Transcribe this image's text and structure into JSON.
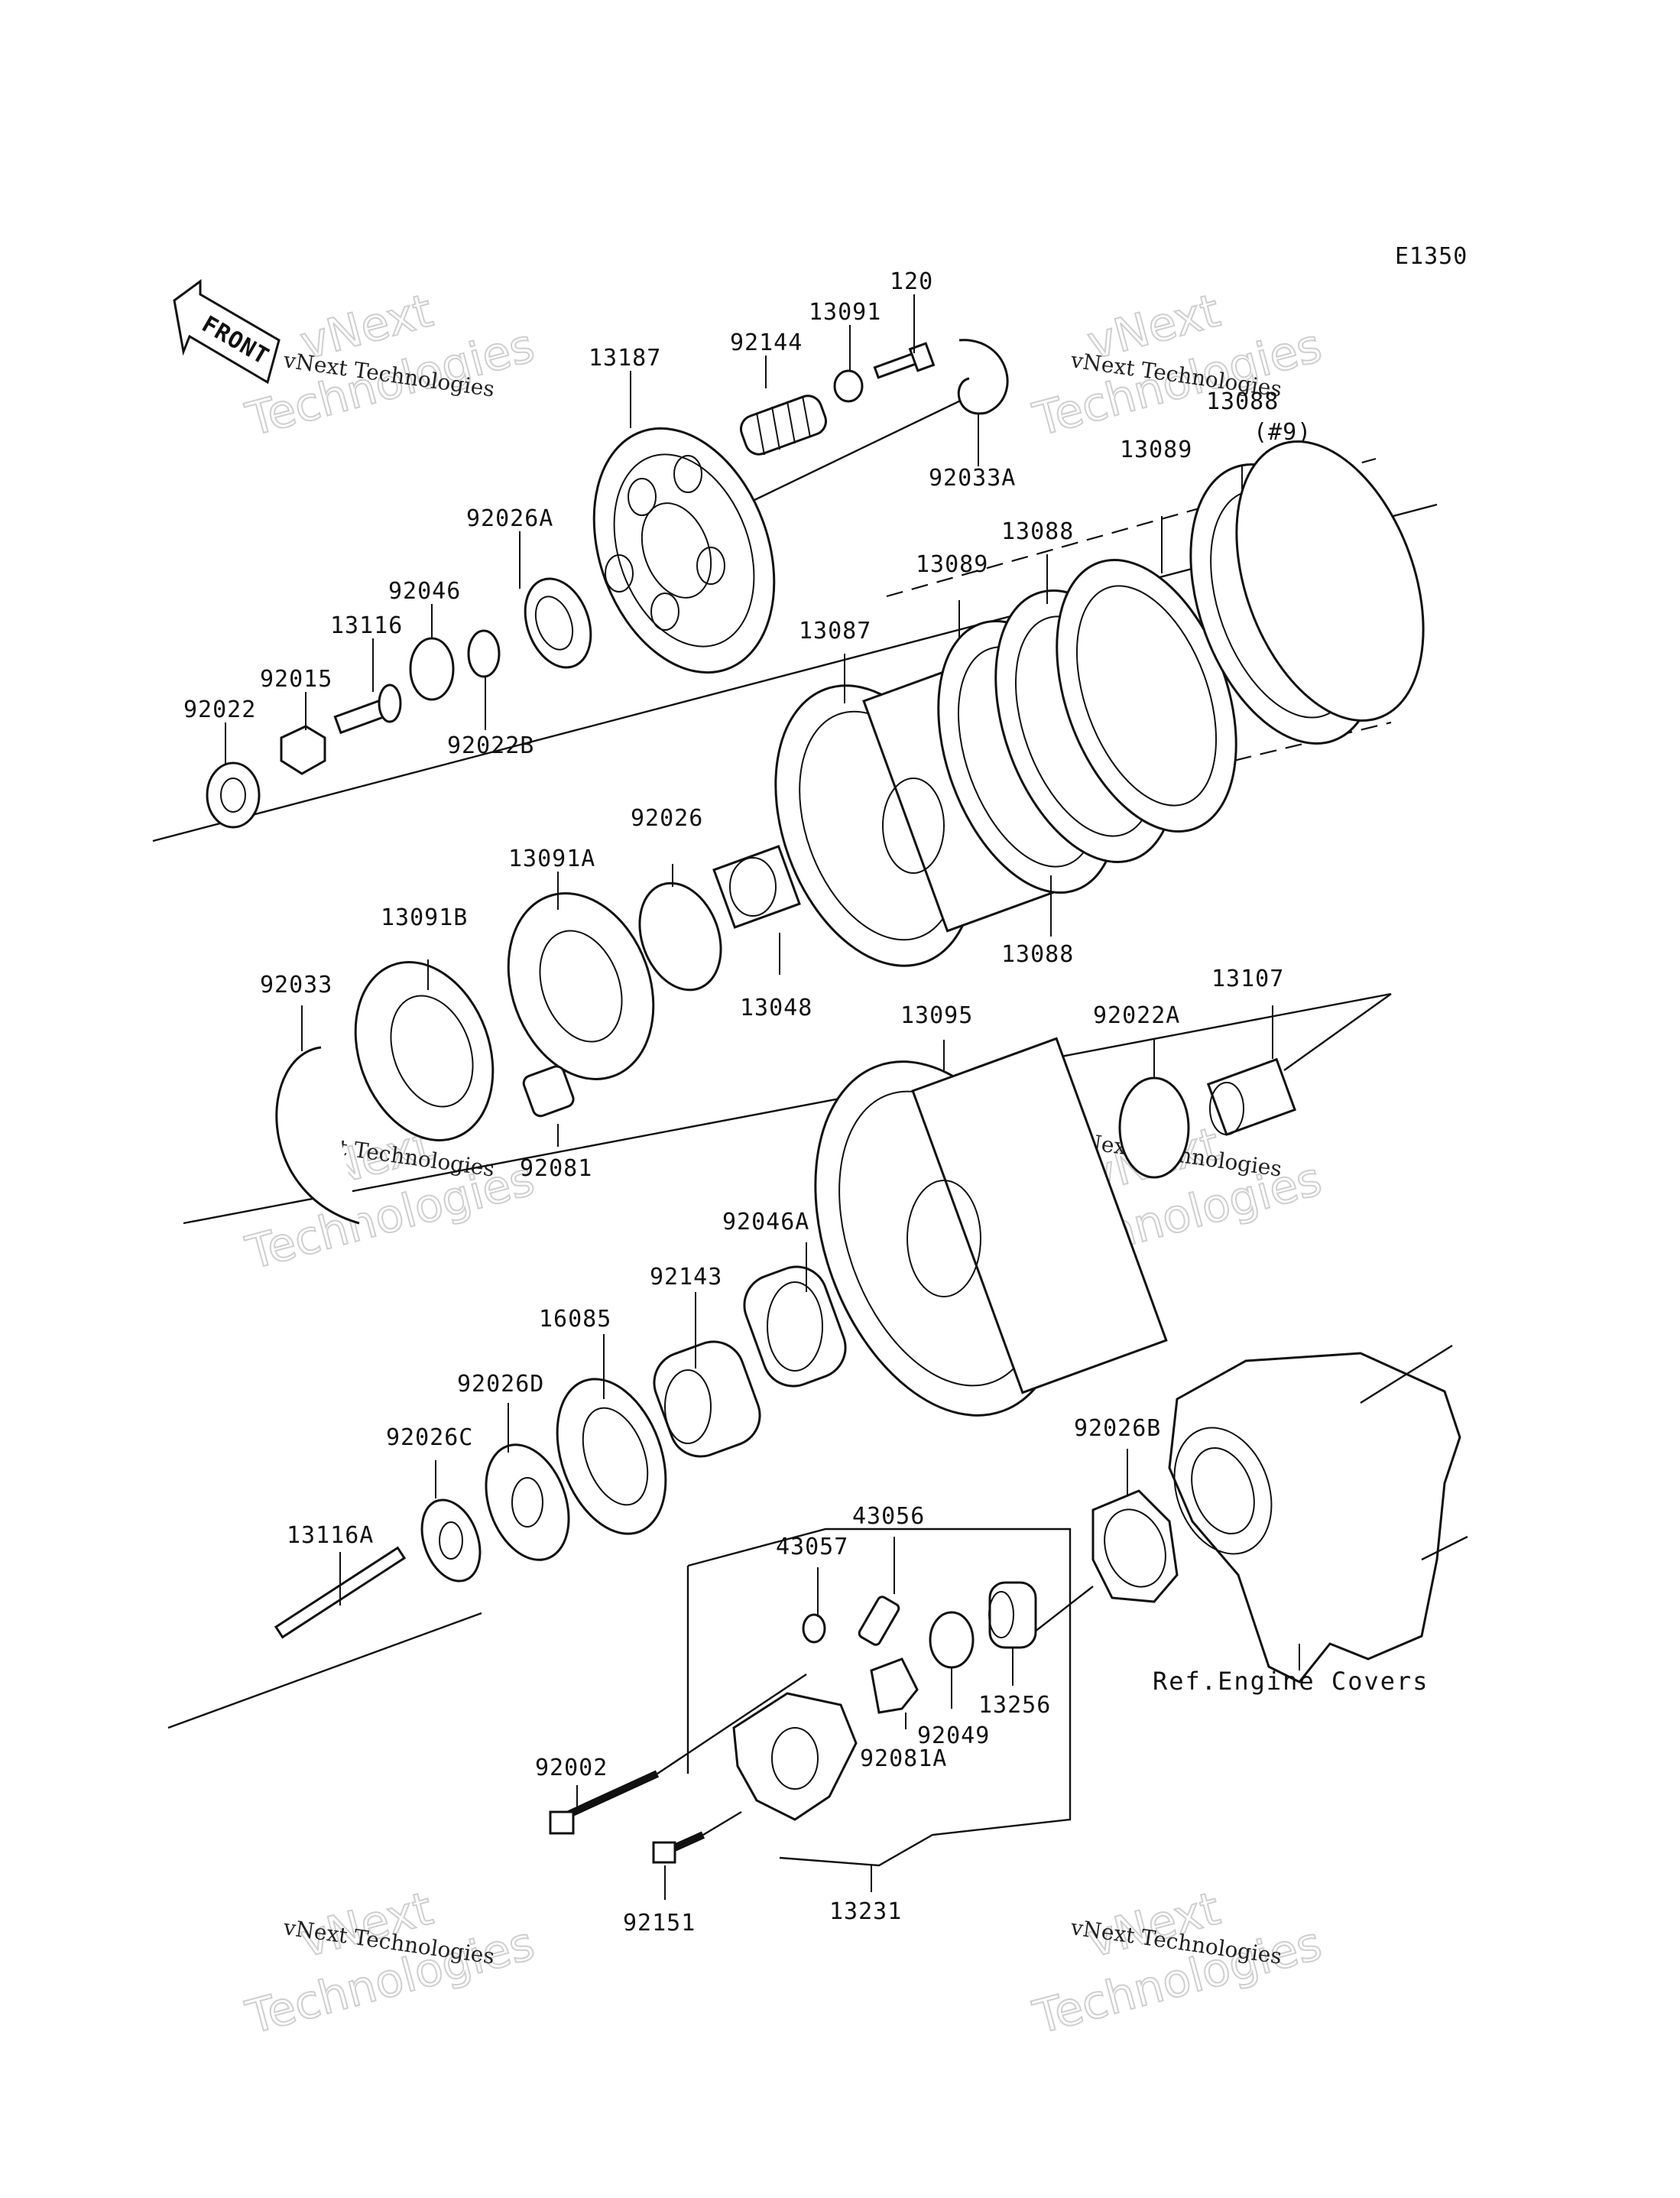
{
  "diagram_code": "E1350",
  "front_marker": "FRONT",
  "reference_note": "Ref.Engine Covers",
  "watermark": {
    "line1": "vNext Technologies",
    "line2": "vNext",
    "line3": "Technologies"
  },
  "part_labels": {
    "p120": "120",
    "p13091": "13091",
    "p92144": "92144",
    "p13187": "13187",
    "p92033A": "92033A",
    "p92026A": "92026A",
    "p92046": "92046",
    "p13116": "13116",
    "p92015": "92015",
    "p92022": "92022",
    "p92022B": "92022B",
    "p13088_9": "13088\n(#9)",
    "p13089_top": "13089",
    "p13088_top": "13088",
    "p13089_mid": "13089",
    "p13087": "13087",
    "p13088_bot": "13088",
    "p13091A": "13091A",
    "p92026": "92026",
    "p13091B": "13091B",
    "p13048": "13048",
    "p92033": "92033",
    "p92081": "92081",
    "p13095": "13095",
    "p92022A": "92022A",
    "p13107": "13107",
    "p92046A": "92046A",
    "p92143": "92143",
    "p16085": "16085",
    "p92026D": "92026D",
    "p92026C": "92026C",
    "p92026B": "92026B",
    "p13116A": "13116A",
    "p43056": "43056",
    "p43057": "43057",
    "p92049": "92049",
    "p13256": "13256",
    "p92081A": "92081A",
    "p92002": "92002",
    "p13231": "13231",
    "p92151": "92151"
  }
}
